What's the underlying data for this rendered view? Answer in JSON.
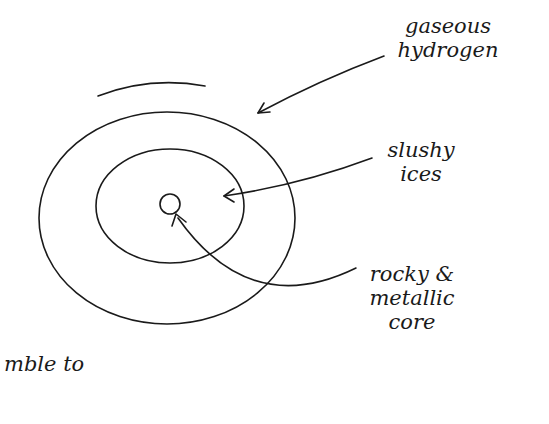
{
  "diagram": {
    "labels": [
      "gaseous hydrogen",
      "slushy ices",
      "rocky & metallic core",
      "mble to"
    ]
  }
}
